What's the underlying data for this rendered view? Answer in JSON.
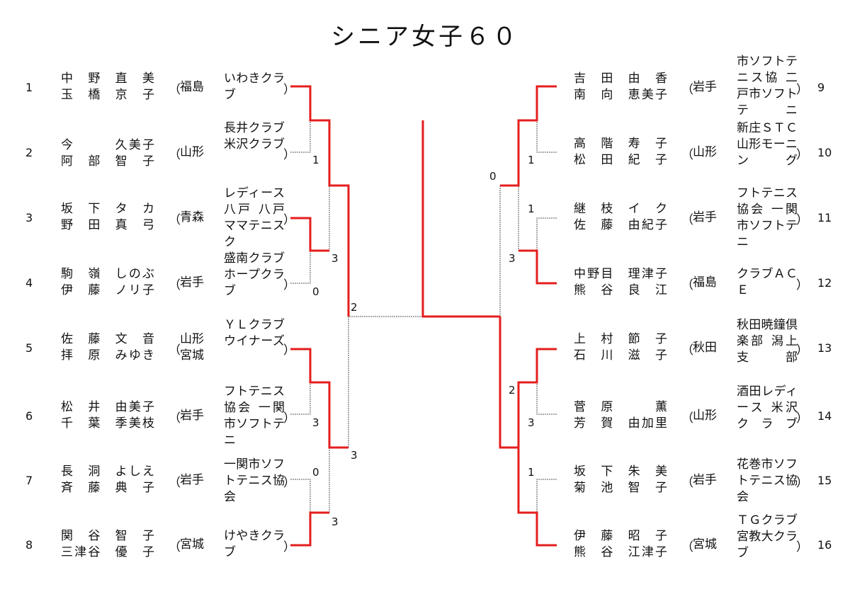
{
  "title": "シニア女子６０",
  "left_entries": [
    {
      "seed": "1",
      "names": [
        "中　野　直　美",
        "玉　橋　京　子"
      ],
      "pref": "福島",
      "club": "いわきクラブ"
    },
    {
      "seed": "2",
      "names": [
        "今　　　久美子",
        "阿　部　智　子"
      ],
      "pref": "山形",
      "club": "長井クラブ 米沢クラブ"
    },
    {
      "seed": "3",
      "names": [
        "坂　下　タ　カ",
        "野　田　真　弓"
      ],
      "pref": "青森",
      "club": "レディース八戸 八戸ママテニスク"
    },
    {
      "seed": "4",
      "names": [
        "駒　嶺　しのぶ",
        "伊　藤　ノリ子"
      ],
      "pref": "岩手",
      "club": "盛南クラブ ホープクラブ"
    },
    {
      "seed": "5",
      "names": [
        "佐　藤　文　音",
        "拝　原　みゆき"
      ],
      "pref": "山形 宮城",
      "club": "ＹＬクラブ ウイナーズ"
    },
    {
      "seed": "6",
      "names": [
        "松　井　由美子",
        "千　葉　季美枝"
      ],
      "pref": "岩手",
      "club": "フトテニス協会 一関市ソフトテニ"
    },
    {
      "seed": "7",
      "names": [
        "長　洞　よしえ",
        "斉　藤　典　子"
      ],
      "pref": "岩手",
      "club": "一関市ソフトテニス協会"
    },
    {
      "seed": "8",
      "names": [
        "関　谷　智　子",
        "三津谷　優　子"
      ],
      "pref": "宮城",
      "club": "けやきクラブ"
    }
  ],
  "right_entries": [
    {
      "seed": "9",
      "names": [
        "吉　田　由　香",
        "南　向　恵美子"
      ],
      "pref": "岩手",
      "club": "市ソフトテニス協 二戸市ソフトテニ"
    },
    {
      "seed": "10",
      "names": [
        "高　階　寿　子",
        "松　田　紀　子"
      ],
      "pref": "山形",
      "club": "新庄ＳＴＣ 山形モーニング"
    },
    {
      "seed": "11",
      "names": [
        "継　枝　イ　ク",
        "佐　藤　由紀子"
      ],
      "pref": "岩手",
      "club": "フトテニス協会 一関市ソフトテニ"
    },
    {
      "seed": "12",
      "names": [
        "中野目　理津子",
        "熊　谷　良　江"
      ],
      "pref": "福島",
      "club": "クラブＡＣＥ"
    },
    {
      "seed": "13",
      "names": [
        "上　村　節　子",
        "石　川　滋　子"
      ],
      "pref": "秋田",
      "club": "秋田暁鐘倶楽部 潟上支部"
    },
    {
      "seed": "14",
      "names": [
        "菅　原　　　薫",
        "芳　賀　由加里"
      ],
      "pref": "山形",
      "club": "酒田レディース 米沢クラブ"
    },
    {
      "seed": "15",
      "names": [
        "坂　下　朱　美",
        "菊　池　智　子"
      ],
      "pref": "岩手",
      "club": "花巻市ソフトテニス協会"
    },
    {
      "seed": "16",
      "names": [
        "伊　藤　昭　子",
        "熊　谷　江津子"
      ],
      "pref": "宮城",
      "club": "ＴＧクラブ 宮教大クラブ"
    }
  ],
  "scores": {
    "l_r1_m1_lower": "1",
    "l_r1_m2_upper": "3",
    "l_r1_m2_lower": "0",
    "l_r1_m3_lower": "3",
    "l_r1_m4_upper": "0",
    "l_r1_m4_lower": "3",
    "l_r2_upper": "2",
    "l_r2_lower": "3",
    "r_r1_m1_lower": "1",
    "r_r1_m2_upper": "1",
    "r_r1_m2_lower": "3",
    "r_r1_m3_upper": "2",
    "r_r1_m3_lower": "3",
    "r_r1_m4_upper": "1",
    "r_sf_upper": "0"
  },
  "colors": {
    "win_line": "#e41e1e",
    "lose_line": "#555555"
  }
}
